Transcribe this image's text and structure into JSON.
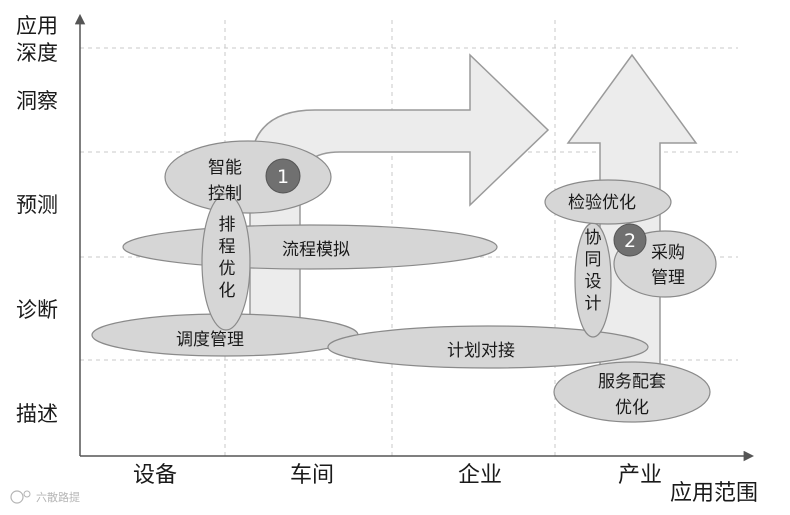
{
  "y_axis": {
    "title_lines": [
      "应用",
      "深度"
    ],
    "levels": [
      "洞察",
      "预测",
      "诊断",
      "描述"
    ]
  },
  "x_axis": {
    "title": "应用范围",
    "categories": [
      "设备",
      "车间",
      "企业",
      "产业"
    ]
  },
  "ellipses": {
    "smart_control": [
      "智能",
      "控制"
    ],
    "schedule_opt": [
      "排",
      "程",
      "优",
      "化"
    ],
    "process_sim": "流程模拟",
    "dispatch_mgmt": "调度管理",
    "plan_link": "计划对接",
    "inspection_opt": "检验优化",
    "collab_design": [
      "协",
      "同",
      "设",
      "计"
    ],
    "purchase_mgmt": [
      "采购",
      "管理"
    ],
    "service_opt": [
      "服务配套",
      "优化"
    ]
  },
  "markers": [
    "1",
    "2"
  ],
  "watermark": "六散路提",
  "colors": {
    "ellipse_fill": "#d6d6d6",
    "ellipse_stroke": "#8a8a8a",
    "arrow_fill": "#ececec",
    "arrow_stroke": "#9a9a9a",
    "marker_fill": "#707070",
    "grid": "#c8c8c8",
    "axis": "#555555"
  }
}
